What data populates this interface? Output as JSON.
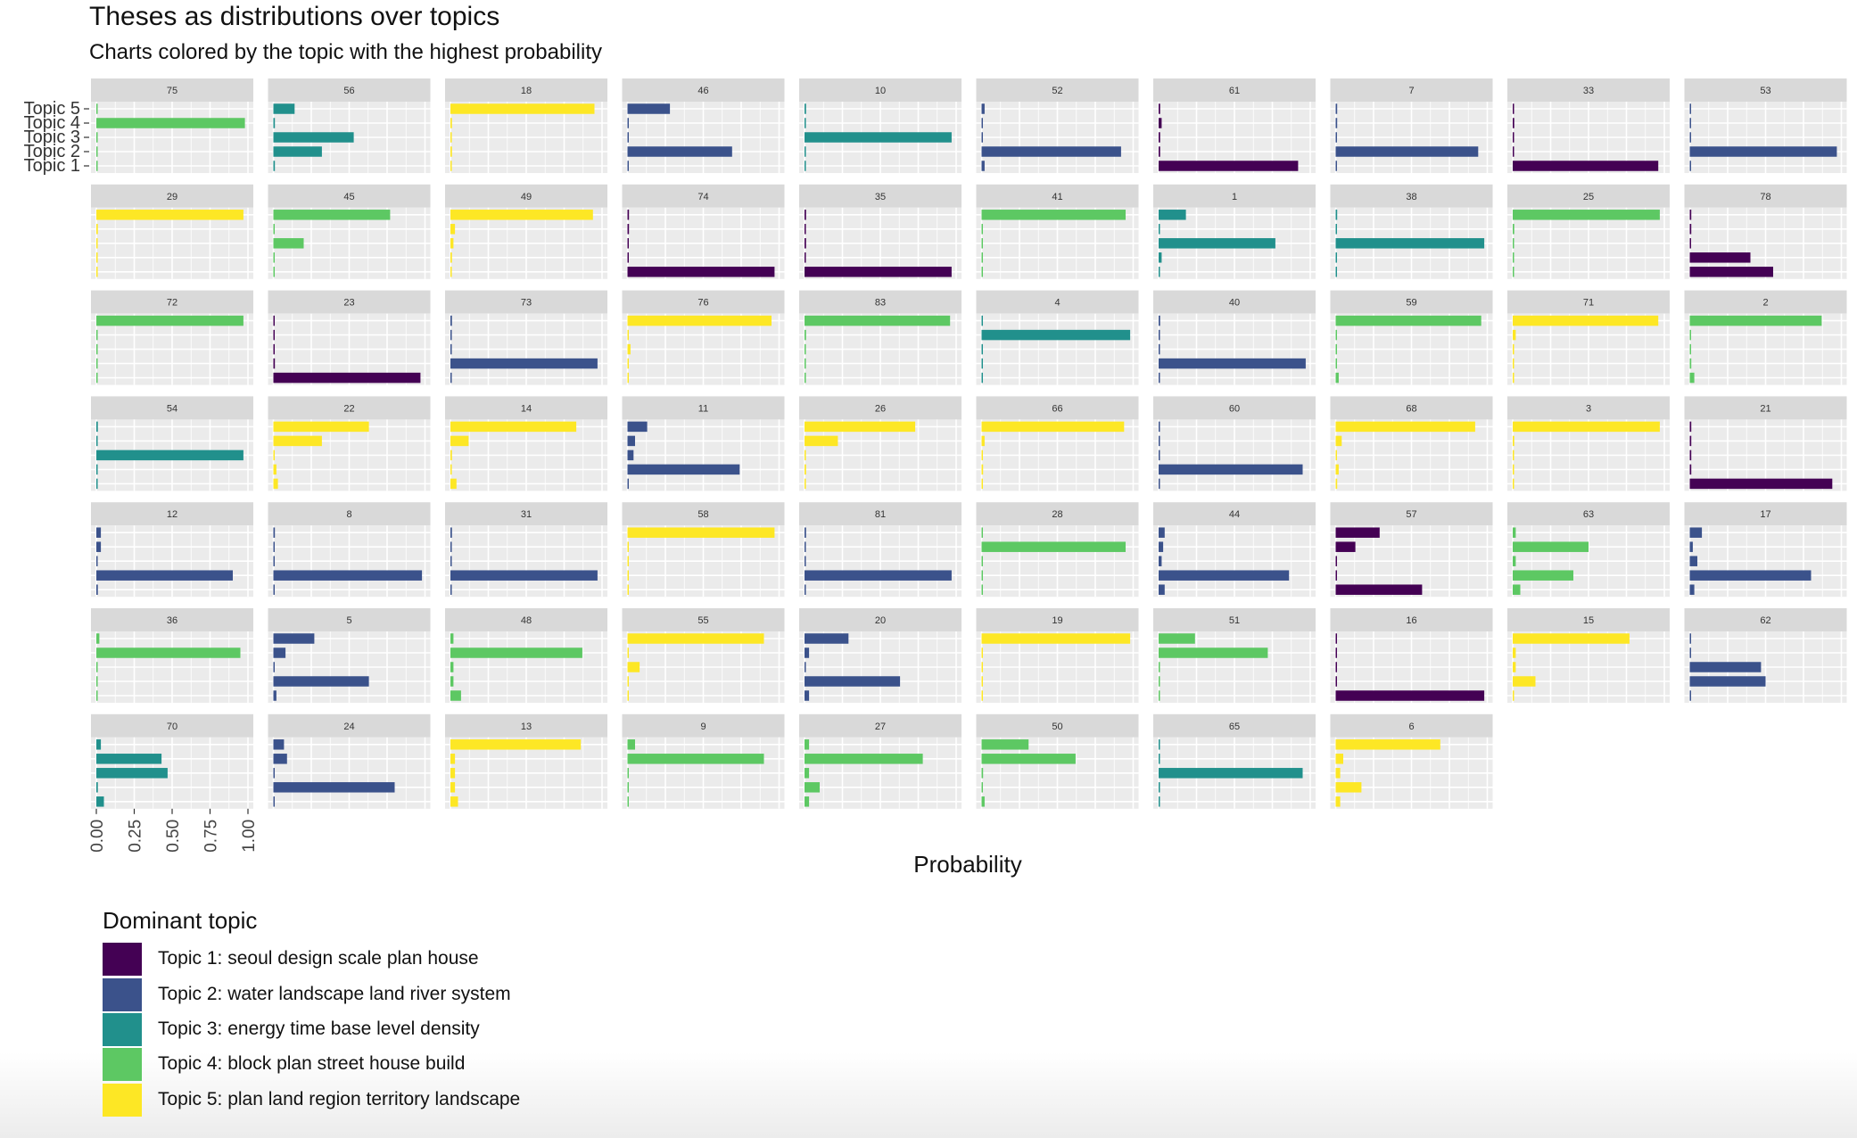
{
  "title": "Theses as distributions over topics",
  "subtitle": "Charts colored by the topic with the highest probability",
  "chart_data": {
    "type": "bar",
    "orientation": "horizontal",
    "facet": "thesis",
    "title": "Theses as distributions over topics",
    "subtitle": "Charts colored by the topic with the highest probability",
    "xlabel": "Probability",
    "ylabel": "",
    "xlim": [
      0,
      1
    ],
    "x_ticks": [
      "0.00",
      "0.25",
      "0.50",
      "0.75",
      "1.00"
    ],
    "categories": [
      "Topic 1",
      "Topic 2",
      "Topic 3",
      "Topic 4",
      "Topic 5"
    ],
    "grid": true,
    "legend_position": "bottom-left",
    "legend_title": "Dominant topic",
    "legend": [
      {
        "topic": 1,
        "label": "Topic 1: seoul design scale plan house",
        "color": "#440154"
      },
      {
        "topic": 2,
        "label": "Topic 2: water landscape land river system",
        "color": "#3b528b"
      },
      {
        "topic": 3,
        "label": "Topic 3: energy time base level density",
        "color": "#21908c"
      },
      {
        "topic": 4,
        "label": "Topic 4: block plan street house build",
        "color": "#5dc863"
      },
      {
        "topic": 5,
        "label": "Topic 5: plan land region territory landscape",
        "color": "#fde725"
      }
    ],
    "panels": [
      {
        "id": "75",
        "dominant": 4,
        "values": [
          0.0,
          0.0,
          0.0,
          0.98,
          0.0
        ]
      },
      {
        "id": "56",
        "dominant": 3,
        "values": [
          0.01,
          0.32,
          0.53,
          0.01,
          0.14
        ]
      },
      {
        "id": "18",
        "dominant": 5,
        "values": [
          0.0,
          0.01,
          0.0,
          0.01,
          0.95
        ]
      },
      {
        "id": "46",
        "dominant": 2,
        "values": [
          0.0,
          0.69,
          0.0,
          0.0,
          0.28
        ]
      },
      {
        "id": "10",
        "dominant": 3,
        "values": [
          0.0,
          0.0,
          0.97,
          0.0,
          0.01
        ]
      },
      {
        "id": "52",
        "dominant": 2,
        "values": [
          0.02,
          0.92,
          0.0,
          0.0,
          0.02
        ]
      },
      {
        "id": "61",
        "dominant": 1,
        "values": [
          0.92,
          0.01,
          0.01,
          0.02,
          0.01
        ]
      },
      {
        "id": "7",
        "dominant": 2,
        "values": [
          0.0,
          0.94,
          0.0,
          0.01,
          0.01
        ]
      },
      {
        "id": "33",
        "dominant": 1,
        "values": [
          0.96,
          0.0,
          0.0,
          0.01,
          0.0
        ]
      },
      {
        "id": "53",
        "dominant": 2,
        "values": [
          0.0,
          0.97,
          0.0,
          0.0,
          0.0
        ]
      },
      {
        "id": "29",
        "dominant": 5,
        "values": [
          0.0,
          0.0,
          0.0,
          0.01,
          0.97
        ]
      },
      {
        "id": "45",
        "dominant": 4,
        "values": [
          0.0,
          0.0,
          0.2,
          0.0,
          0.77
        ]
      },
      {
        "id": "49",
        "dominant": 5,
        "values": [
          0.0,
          0.01,
          0.02,
          0.03,
          0.94
        ]
      },
      {
        "id": "74",
        "dominant": 1,
        "values": [
          0.97,
          0.0,
          0.0,
          0.01,
          0.01
        ]
      },
      {
        "id": "35",
        "dominant": 1,
        "values": [
          0.97,
          0.0,
          0.01,
          0.0,
          0.01
        ]
      },
      {
        "id": "41",
        "dominant": 4,
        "values": [
          0.0,
          0.0,
          0.0,
          0.0,
          0.95
        ]
      },
      {
        "id": "1",
        "dominant": 3,
        "values": [
          0.0,
          0.02,
          0.77,
          0.0,
          0.18
        ]
      },
      {
        "id": "38",
        "dominant": 3,
        "values": [
          0.0,
          0.0,
          0.98,
          0.0,
          0.01
        ]
      },
      {
        "id": "25",
        "dominant": 4,
        "values": [
          0.0,
          0.0,
          0.0,
          0.01,
          0.97
        ]
      },
      {
        "id": "78",
        "dominant": 1,
        "values": [
          0.55,
          0.4,
          0.0,
          0.01,
          0.01
        ]
      },
      {
        "id": "72",
        "dominant": 4,
        "values": [
          0.0,
          0.0,
          0.0,
          0.0,
          0.97
        ]
      },
      {
        "id": "23",
        "dominant": 1,
        "values": [
          0.97,
          0.01,
          0.0,
          0.0,
          0.0
        ]
      },
      {
        "id": "73",
        "dominant": 2,
        "values": [
          0.0,
          0.97,
          0.0,
          0.0,
          0.01
        ]
      },
      {
        "id": "76",
        "dominant": 5,
        "values": [
          0.0,
          0.0,
          0.02,
          0.0,
          0.95
        ]
      },
      {
        "id": "83",
        "dominant": 4,
        "values": [
          0.0,
          0.0,
          0.0,
          0.01,
          0.96
        ]
      },
      {
        "id": "4",
        "dominant": 3,
        "values": [
          0.0,
          0.0,
          0.0,
          0.98,
          0.0
        ]
      },
      {
        "id": "40",
        "dominant": 2,
        "values": [
          0.0,
          0.97,
          0.0,
          0.0,
          0.01
        ]
      },
      {
        "id": "59",
        "dominant": 4,
        "values": [
          0.02,
          0.0,
          0.0,
          0.0,
          0.96
        ]
      },
      {
        "id": "71",
        "dominant": 5,
        "values": [
          0.0,
          0.0,
          0.0,
          0.02,
          0.96
        ]
      },
      {
        "id": "2",
        "dominant": 4,
        "values": [
          0.03,
          0.01,
          0.0,
          0.0,
          0.87
        ]
      },
      {
        "id": "54",
        "dominant": 3,
        "values": [
          0.0,
          0.0,
          0.97,
          0.0,
          0.01
        ]
      },
      {
        "id": "22",
        "dominant": 5,
        "values": [
          0.03,
          0.02,
          0.0,
          0.32,
          0.63
        ]
      },
      {
        "id": "14",
        "dominant": 5,
        "values": [
          0.04,
          0.0,
          0.01,
          0.12,
          0.83
        ]
      },
      {
        "id": "11",
        "dominant": 2,
        "values": [
          0.0,
          0.74,
          0.04,
          0.05,
          0.13
        ]
      },
      {
        "id": "26",
        "dominant": 5,
        "values": [
          0.0,
          0.01,
          0.0,
          0.22,
          0.73
        ]
      },
      {
        "id": "66",
        "dominant": 5,
        "values": [
          0.0,
          0.01,
          0.0,
          0.02,
          0.94
        ]
      },
      {
        "id": "60",
        "dominant": 2,
        "values": [
          0.0,
          0.95,
          0.0,
          0.0,
          0.0
        ]
      },
      {
        "id": "68",
        "dominant": 5,
        "values": [
          0.01,
          0.02,
          0.0,
          0.04,
          0.92
        ]
      },
      {
        "id": "3",
        "dominant": 5,
        "values": [
          0.0,
          0.0,
          0.0,
          0.01,
          0.97
        ]
      },
      {
        "id": "21",
        "dominant": 1,
        "values": [
          0.94,
          0.01,
          0.01,
          0.01,
          0.01
        ]
      },
      {
        "id": "12",
        "dominant": 2,
        "values": [
          0.01,
          0.9,
          0.0,
          0.03,
          0.03
        ]
      },
      {
        "id": "8",
        "dominant": 2,
        "values": [
          0.0,
          0.98,
          0.0,
          0.0,
          0.01
        ]
      },
      {
        "id": "31",
        "dominant": 2,
        "values": [
          0.0,
          0.97,
          0.0,
          0.0,
          0.01
        ]
      },
      {
        "id": "58",
        "dominant": 5,
        "values": [
          0.0,
          0.0,
          0.0,
          0.0,
          0.97
        ]
      },
      {
        "id": "81",
        "dominant": 2,
        "values": [
          0.0,
          0.97,
          0.0,
          0.0,
          0.01
        ]
      },
      {
        "id": "28",
        "dominant": 4,
        "values": [
          0.0,
          0.0,
          0.0,
          0.95,
          0.0
        ]
      },
      {
        "id": "44",
        "dominant": 2,
        "values": [
          0.04,
          0.86,
          0.02,
          0.03,
          0.04
        ]
      },
      {
        "id": "57",
        "dominant": 1,
        "values": [
          0.57,
          0.0,
          0.0,
          0.13,
          0.29
        ]
      },
      {
        "id": "63",
        "dominant": 4,
        "values": [
          0.05,
          0.4,
          0.02,
          0.5,
          0.02
        ]
      },
      {
        "id": "17",
        "dominant": 2,
        "values": [
          0.03,
          0.8,
          0.05,
          0.02,
          0.08
        ]
      },
      {
        "id": "36",
        "dominant": 4,
        "values": [
          0.0,
          0.0,
          0.0,
          0.95,
          0.02
        ]
      },
      {
        "id": "5",
        "dominant": 2,
        "values": [
          0.02,
          0.63,
          0.0,
          0.08,
          0.27
        ]
      },
      {
        "id": "48",
        "dominant": 4,
        "values": [
          0.07,
          0.02,
          0.02,
          0.87,
          0.02
        ]
      },
      {
        "id": "55",
        "dominant": 5,
        "values": [
          0.0,
          0.0,
          0.08,
          0.0,
          0.9
        ]
      },
      {
        "id": "20",
        "dominant": 2,
        "values": [
          0.03,
          0.63,
          0.0,
          0.03,
          0.29
        ]
      },
      {
        "id": "19",
        "dominant": 5,
        "values": [
          0.0,
          0.0,
          0.0,
          0.0,
          0.98
        ]
      },
      {
        "id": "51",
        "dominant": 4,
        "values": [
          0.0,
          0.0,
          0.0,
          0.72,
          0.24
        ]
      },
      {
        "id": "16",
        "dominant": 1,
        "values": [
          0.98,
          0.0,
          0.0,
          0.0,
          0.0
        ]
      },
      {
        "id": "15",
        "dominant": 5,
        "values": [
          0.0,
          0.15,
          0.02,
          0.02,
          0.77
        ]
      },
      {
        "id": "62",
        "dominant": 2,
        "values": [
          0.0,
          0.5,
          0.47,
          0.0,
          0.0
        ]
      },
      {
        "id": "70",
        "dominant": 3,
        "values": [
          0.05,
          0.01,
          0.47,
          0.43,
          0.03
        ]
      },
      {
        "id": "24",
        "dominant": 2,
        "values": [
          0.0,
          0.8,
          0.0,
          0.09,
          0.07
        ]
      },
      {
        "id": "13",
        "dominant": 5,
        "values": [
          0.05,
          0.03,
          0.03,
          0.03,
          0.86
        ]
      },
      {
        "id": "9",
        "dominant": 4,
        "values": [
          0.0,
          0.0,
          0.0,
          0.9,
          0.05
        ]
      },
      {
        "id": "27",
        "dominant": 4,
        "values": [
          0.03,
          0.1,
          0.03,
          0.78,
          0.03
        ]
      },
      {
        "id": "50",
        "dominant": 4,
        "values": [
          0.02,
          0.0,
          0.01,
          0.62,
          0.31
        ]
      },
      {
        "id": "65",
        "dominant": 3,
        "values": [
          0.0,
          0.0,
          0.95,
          0.0,
          0.0
        ]
      },
      {
        "id": "6",
        "dominant": 5,
        "values": [
          0.03,
          0.17,
          0.03,
          0.05,
          0.69
        ]
      }
    ]
  }
}
